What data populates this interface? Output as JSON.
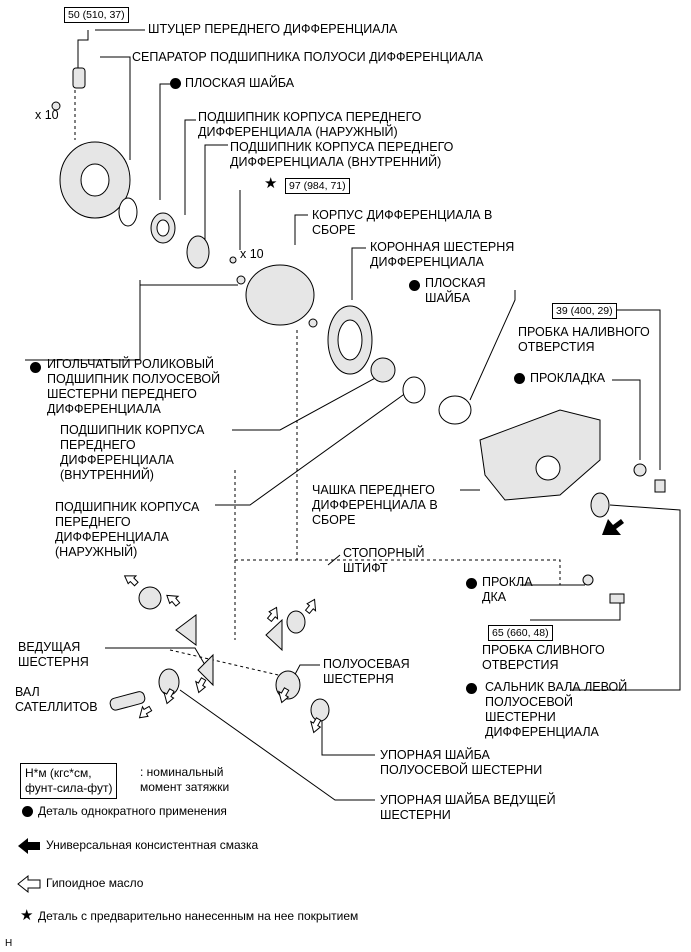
{
  "torque_specs": {
    "t1": "50 (510, 37)",
    "t2": "97 (984, 71)",
    "t3": "39 (400, 29)",
    "t4": "65 (660, 48)"
  },
  "multipliers": {
    "m1": "x 10",
    "m2": "x 10"
  },
  "labels": {
    "fitting": "ШТУЦЕР ПЕРЕДНЕГО ДИФФЕРЕНЦИАЛА",
    "separator": "СЕПАРАТОР ПОДШИПНИКА ПОЛУОСИ ДИФФЕРЕНЦИАЛА",
    "washer_top": "ПЛОСКАЯ ШАЙБА",
    "bearing_outer_top": "ПОДШИПНИК КОРПУСА ПЕРЕДНЕГО\nДИФФЕРЕНЦИАЛА (НАРУЖНЫЙ)",
    "bearing_inner_top": "ПОДШИПНИК КОРПУСА ПЕРЕДНЕГО\nДИФФЕРЕНЦИАЛА (ВНУТРЕННИЙ)",
    "case_assy": "КОРПУС ДИФФЕРЕНЦИАЛА В\nСБОРЕ",
    "ring_gear": "КОРОННАЯ ШЕСТЕРНЯ\nДИФФЕРЕНЦИАЛА",
    "washer_mid": "ПЛОСКАЯ\nШАЙБА",
    "filler_plug": "ПРОБКА НАЛИВНОГО\nОТВЕРСТИЯ",
    "gasket1": "ПРОКЛАДКА",
    "needle_bearing": "ИГОЛЬЧАТЫЙ РОЛИКОВЫЙ\nПОДШИПНИК ПОЛУОСЕВОЙ\nШЕСТЕРНИ ПЕРЕДНЕГО\nДИФФЕРЕНЦИАЛА",
    "bearing_inner_mid": "ПОДШИПНИК КОРПУСА\nПЕРЕДНЕГО\nДИФФЕРЕНЦИАЛА\n(ВНУТРЕННИЙ)",
    "bearing_outer_mid": "ПОДШИПНИК КОРПУСА\nПЕРЕДНЕГО\nДИФФЕРЕНЦИАЛА\n(НАРУЖНЫЙ)",
    "carrier": "ЧАШКА ПЕРЕДНЕГО\nДИФФЕРЕНЦИАЛА В\nСБОРЕ",
    "pin": "СТОПОРНЫЙ\nШТИФТ",
    "gasket2": "ПРОКЛА\nДКА",
    "drain_plug": "ПРОБКА СЛИВНОГО\nОТВЕРСТИЯ",
    "oil_seal": "САЛЬНИК ВАЛА ЛЕВОЙ\nПОЛУОСЕВОЙ\nШЕСТЕРНИ\nДИФФЕРЕНЦИАЛА",
    "pinion_gear": "ВЕДУЩАЯ\nШЕСТЕРНЯ",
    "side_gear": "ПОЛУОСЕВАЯ\nШЕСТЕРНЯ",
    "pinion_shaft": "ВАЛ\nСАТЕЛЛИТОВ",
    "side_thrust": "УПОРНАЯ ШАЙБА\nПОЛУОСЕВОЙ ШЕСТЕРНИ",
    "pinion_thrust": "УПОРНАЯ ШАЙБА ВЕДУЩЕЙ\nШЕСТЕРНИ"
  },
  "legend": {
    "units_box": "Н*м (кгс*см,\nфунт-сила-фут)",
    "units_text": ": номинальный\nмомент затяжки",
    "non_reusable": "Деталь однократного применения",
    "grease": "Универсальная консистентная смазка",
    "hypoid": "Гипоидное масло",
    "precoated": "Деталь с предварительно нанесенным на нее покрытием"
  },
  "corner_mark": "H",
  "colors": {
    "line": "#000000",
    "part_fill": "#e6e6e6",
    "background": "#ffffff"
  }
}
